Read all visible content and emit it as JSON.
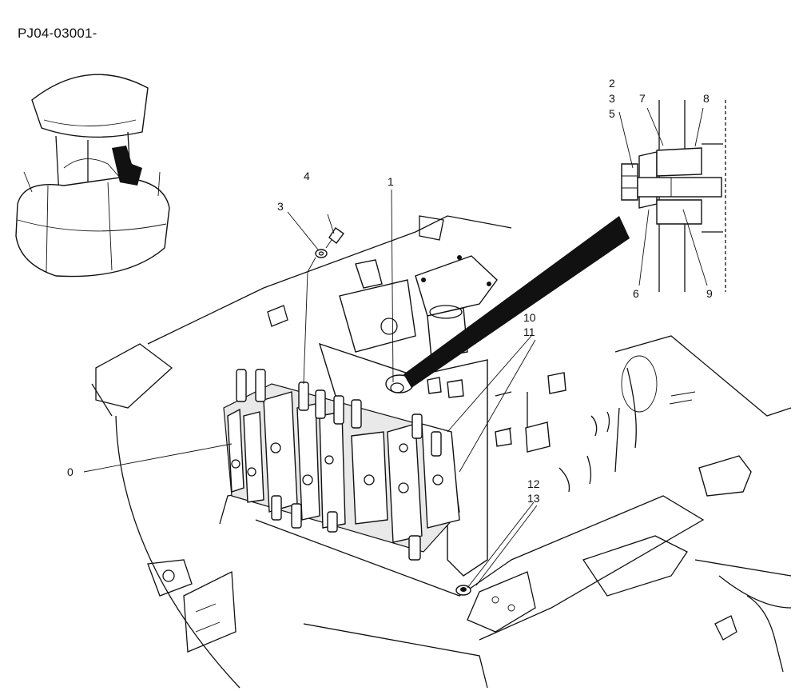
{
  "header": {
    "page_code": "PJ04-03001-"
  },
  "callouts": {
    "c0": "0",
    "c1": "1",
    "c2": "2",
    "c3": "3",
    "c3b": "3",
    "c4": "4",
    "c5": "5",
    "c6": "6",
    "c7": "7",
    "c8": "8",
    "c9": "9",
    "c10": "10",
    "c11": "11",
    "c12": "12",
    "c13": "13"
  }
}
